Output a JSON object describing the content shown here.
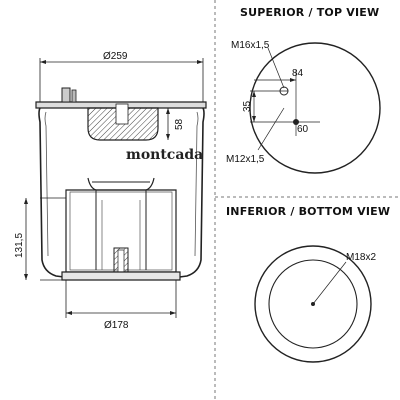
{
  "sections": {
    "top_view_title": "SUPERIOR / TOP VIEW",
    "bottom_view_title": "INFERIOR / BOTTOM VIEW"
  },
  "side_view": {
    "overall_diameter": "Ø259",
    "piston_diameter": "Ø178",
    "height": "131,5",
    "plate_dim": "58",
    "brand": "montcada"
  },
  "top_view": {
    "thread_upper": "M16x1,5",
    "thread_lower": "M12x1,5",
    "dim_84": "84",
    "dim_35": "35",
    "dim_60": "60"
  },
  "bottom_view": {
    "thread": "M18x2"
  }
}
